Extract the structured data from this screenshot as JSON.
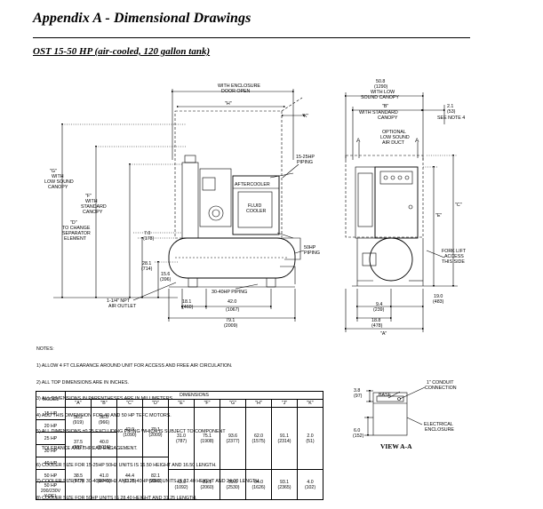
{
  "header": {
    "title": "Appendix A - Dimensional Drawings"
  },
  "subtitle": "OST 15-50 HP (air-cooled, 120 gallon tank)",
  "front": {
    "enclosure": "WITH ENCLOSURE",
    "door": "DOOR OPEN",
    "h": "\"H\"",
    "k": "\"K\"",
    "g": "\"G\"",
    "g_w1": "WITH",
    "g_w2": "LOW SOUND",
    "g_w3": "CANOPY",
    "f": "\"F\"",
    "f_w1": "WITH",
    "f_w2": "STANDARD",
    "f_w3": "CANOPY",
    "d": "\"D\"",
    "d_w1": "TO CHANGE",
    "d_w2": "SEPARATOR",
    "d_w3": "ELEMENT",
    "aftercooler": "AFTERCOOLER",
    "fluid1": "FLUID",
    "fluid2": "COOLER",
    "piping15a": "15-25HP",
    "piping15b": "PIPING",
    "piping50a": "50HP",
    "piping50b": "PIPING",
    "piping30": "30-40HP PIPING",
    "d70a": "7.0",
    "d70b": "(178)",
    "d281a": "28.1",
    "d281b": "(714)",
    "d156a": "15.6",
    "d156b": "(396)",
    "airout1": "1-1/4\" NPT",
    "airout2": "AIR OUTLET",
    "d181a": "18.1",
    "d181b": "(460)",
    "d420a": "42.0",
    "d420b": "(1067)",
    "d791a": "79.1",
    "d791b": "(2009)"
  },
  "side": {
    "d508a": "50.8",
    "d508b": "(1290)",
    "low1": "WITH LOW",
    "low2": "SOUND CANOPY",
    "b": "\"B\"",
    "std1": "WITH STANDARD",
    "std2": "CANOPY",
    "d21a": "2.1",
    "d21b": "(53)",
    "note4": "SEE NOTE 4",
    "a_left": "A",
    "a_right": "A",
    "opt1": "OPTIONAL",
    "opt2": "LOW SOUND",
    "opt3": "AIR DUCT",
    "c": "\"C\"",
    "e": "\"E\"",
    "fork1": "FORK LIFT",
    "fork2": "ACCESS",
    "fork3": "THIS SIDE",
    "d94a": "9.4",
    "d94b": "(239)",
    "d188a": "18.8",
    "d188b": "(478)",
    "d190a": "19.0",
    "d190b": "(483)",
    "a_bottom": "\"A\""
  },
  "notes": [
    "NOTES:",
    "1) ALLOW 4 FT CLEARANCE AROUND UNIT FOR ACCESS AND FREE AIR CIRCULATION.",
    "2) ALL TOP DIMENSIONS ARE IN INCHES.",
    "3) ALL DIMENSIONS IN PARENTHESES ARE IN MILLIMETERS.",
    "4) ADD THIS DIMENSION FOR 40 AND 50 HP TEFC MOTORS.",
    "5) ALL DIMENSIONS ±0.25 EXCLUDING PIPING WHICH IS SUBJECT TO COMPONENT",
    "    TOLERANCE AND THREAD ENGAGEMENT.",
    "6) COOLER SIZE FOR 15-25HP 50HZ UNITS IS 16.50 HEIGHT AND 16.50 LENGTH.",
    "7) COOLER SIZE FOR 30-40HP 60HZ AND 25-40HP 50HZ UNITS IS 22.40 HEIGHT AND 24.00 LENGTH.",
    "8) COOLER SIZE FOR 50HP UNITS IS 28.40 HEIGHT AND 31.25 LENGTH."
  ],
  "table": {
    "model_label": "MODEL",
    "dims_label": "DIMENSIONS",
    "cols": [
      "\"A\"",
      "\"B\"",
      "\"C\"",
      "\"D\"",
      "\"E\"",
      "\"F\"",
      "\"G\"",
      "\"H\"",
      "\"J\"",
      "\"K\""
    ],
    "models": [
      "15 HP",
      "20 HP",
      "25 HP",
      "30 HP",
      "40 HP",
      "50 HP",
      "50 HP\n200/230V\nY-DEL"
    ],
    "a1": "36.2\n(919)",
    "b1": "38.0\n(966)",
    "a2": "37.5\n(952)",
    "b2": "40.0\n(1016)",
    "a3": "38.5\n(977)",
    "b3": "41.0\n(1041)",
    "c1": "42.9\n(1090)",
    "d1": "79.1\n(2009)",
    "c2": "44.4\n(1128)",
    "d2": "82.1\n(2085)",
    "efgh1": [
      "31.0\n(787)",
      "75.1\n(1908)",
      "93.6\n(2377)",
      "62.0\n(1575)",
      "91.1\n(2314)",
      "2.0\n(51)"
    ],
    "efgh2": [
      "43.0\n(1092)",
      "81.1\n(2060)",
      "99.6\n(2530)",
      "64.0\n(1626)",
      "93.1\n(2365)",
      "4.0\n(102)"
    ]
  },
  "view": {
    "d38a": "3.8",
    "d38b": "(97)",
    "base": "BASE",
    "conduit1": "1\" CONDUIT",
    "conduit2": "CONNECTION",
    "d60a": "6.0",
    "d60b": "(152)",
    "elec1": "ELECTRICAL",
    "elec2": "ENCLOSURE",
    "title": "VIEW  A-A"
  }
}
